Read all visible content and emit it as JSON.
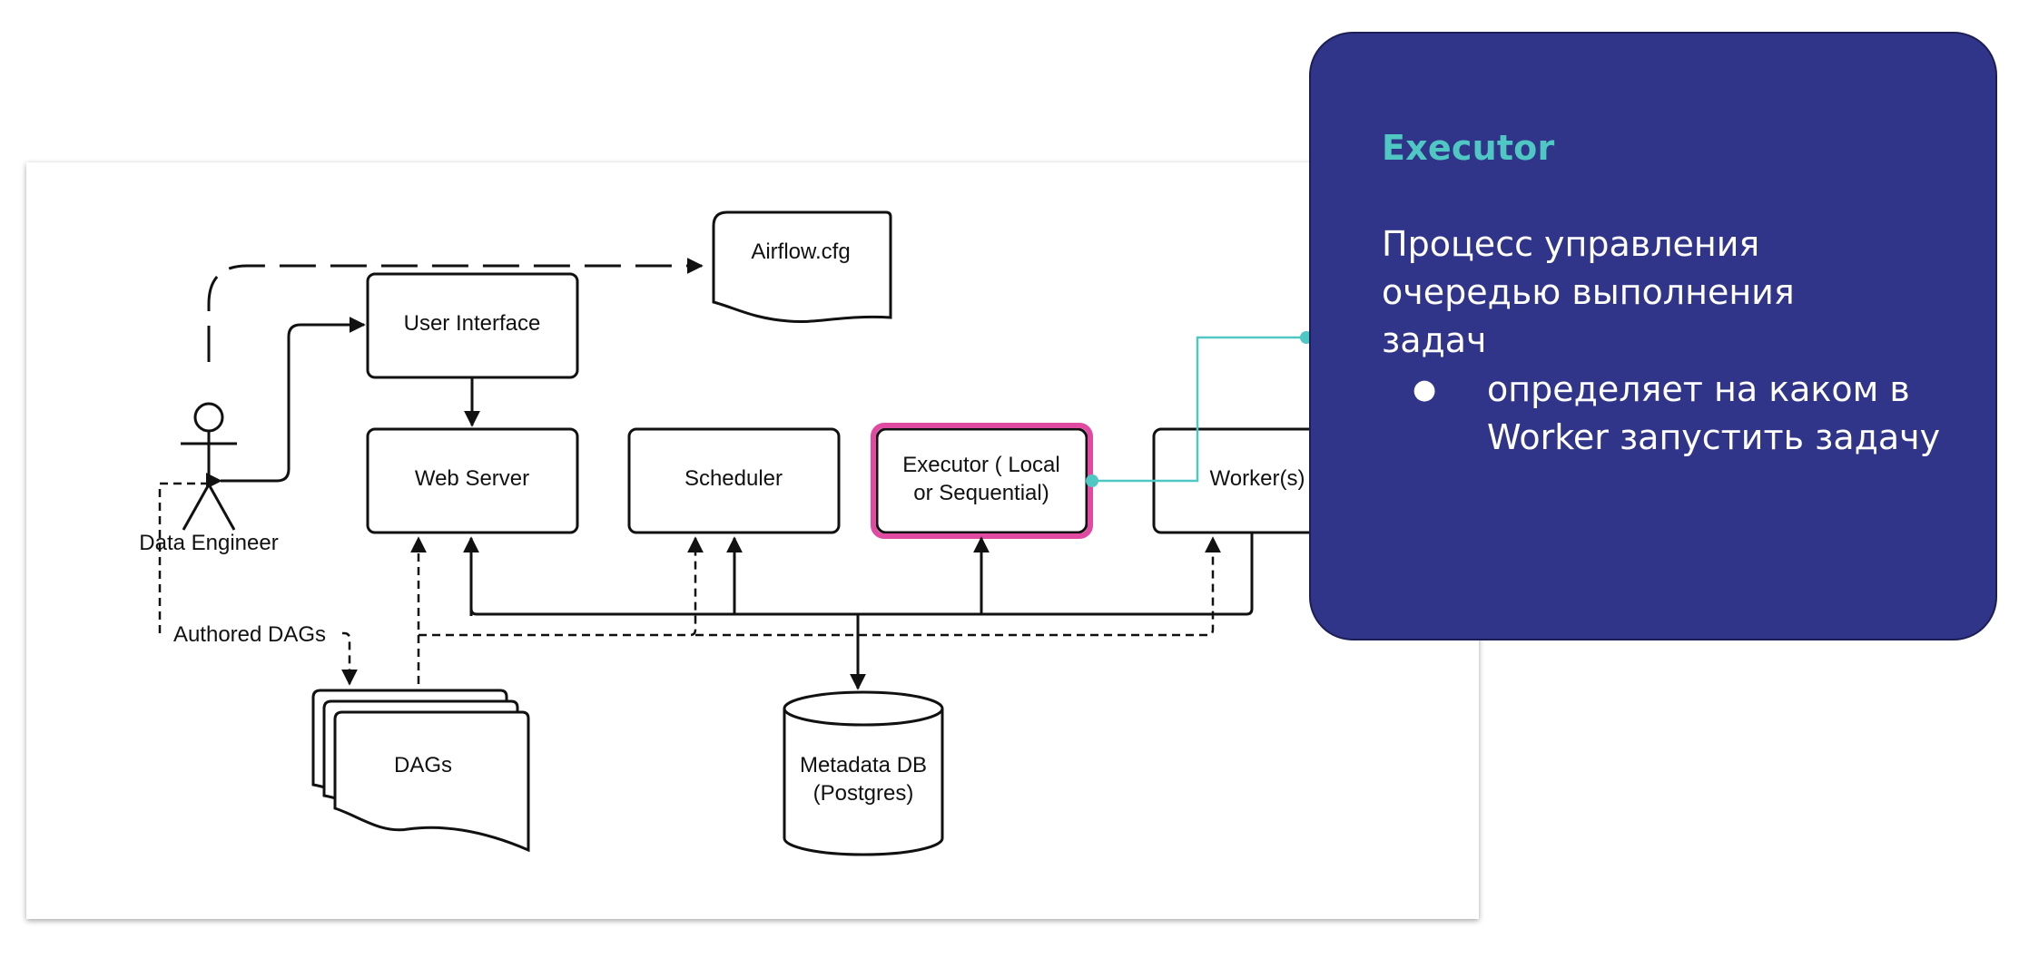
{
  "diagram": {
    "nodes": {
      "airflow_cfg": "Airflow.cfg",
      "user_interface": "User Interface",
      "web_server": "Web Server",
      "scheduler": "Scheduler",
      "executor_line1": "Executor ( Local",
      "executor_line2": "or Sequential)",
      "workers": "Worker(s)",
      "dags": "DAGs",
      "metadata_db_line1": "Metadata DB",
      "metadata_db_line2": "(Postgres)",
      "data_engineer": "Data Engineer"
    },
    "edge_labels": {
      "authored_dags": "Authored DAGs"
    },
    "colors": {
      "highlight": "#e04aa0",
      "connector": "#4fc8c4"
    }
  },
  "callout": {
    "title": "Executor",
    "description": "Процесс управления очередью выполнения задач",
    "bullets": [
      "определяет на каком в Worker запустить задачу"
    ],
    "colors": {
      "background": "#313589",
      "title": "#4fc8c4",
      "text": "#ffffff"
    }
  }
}
